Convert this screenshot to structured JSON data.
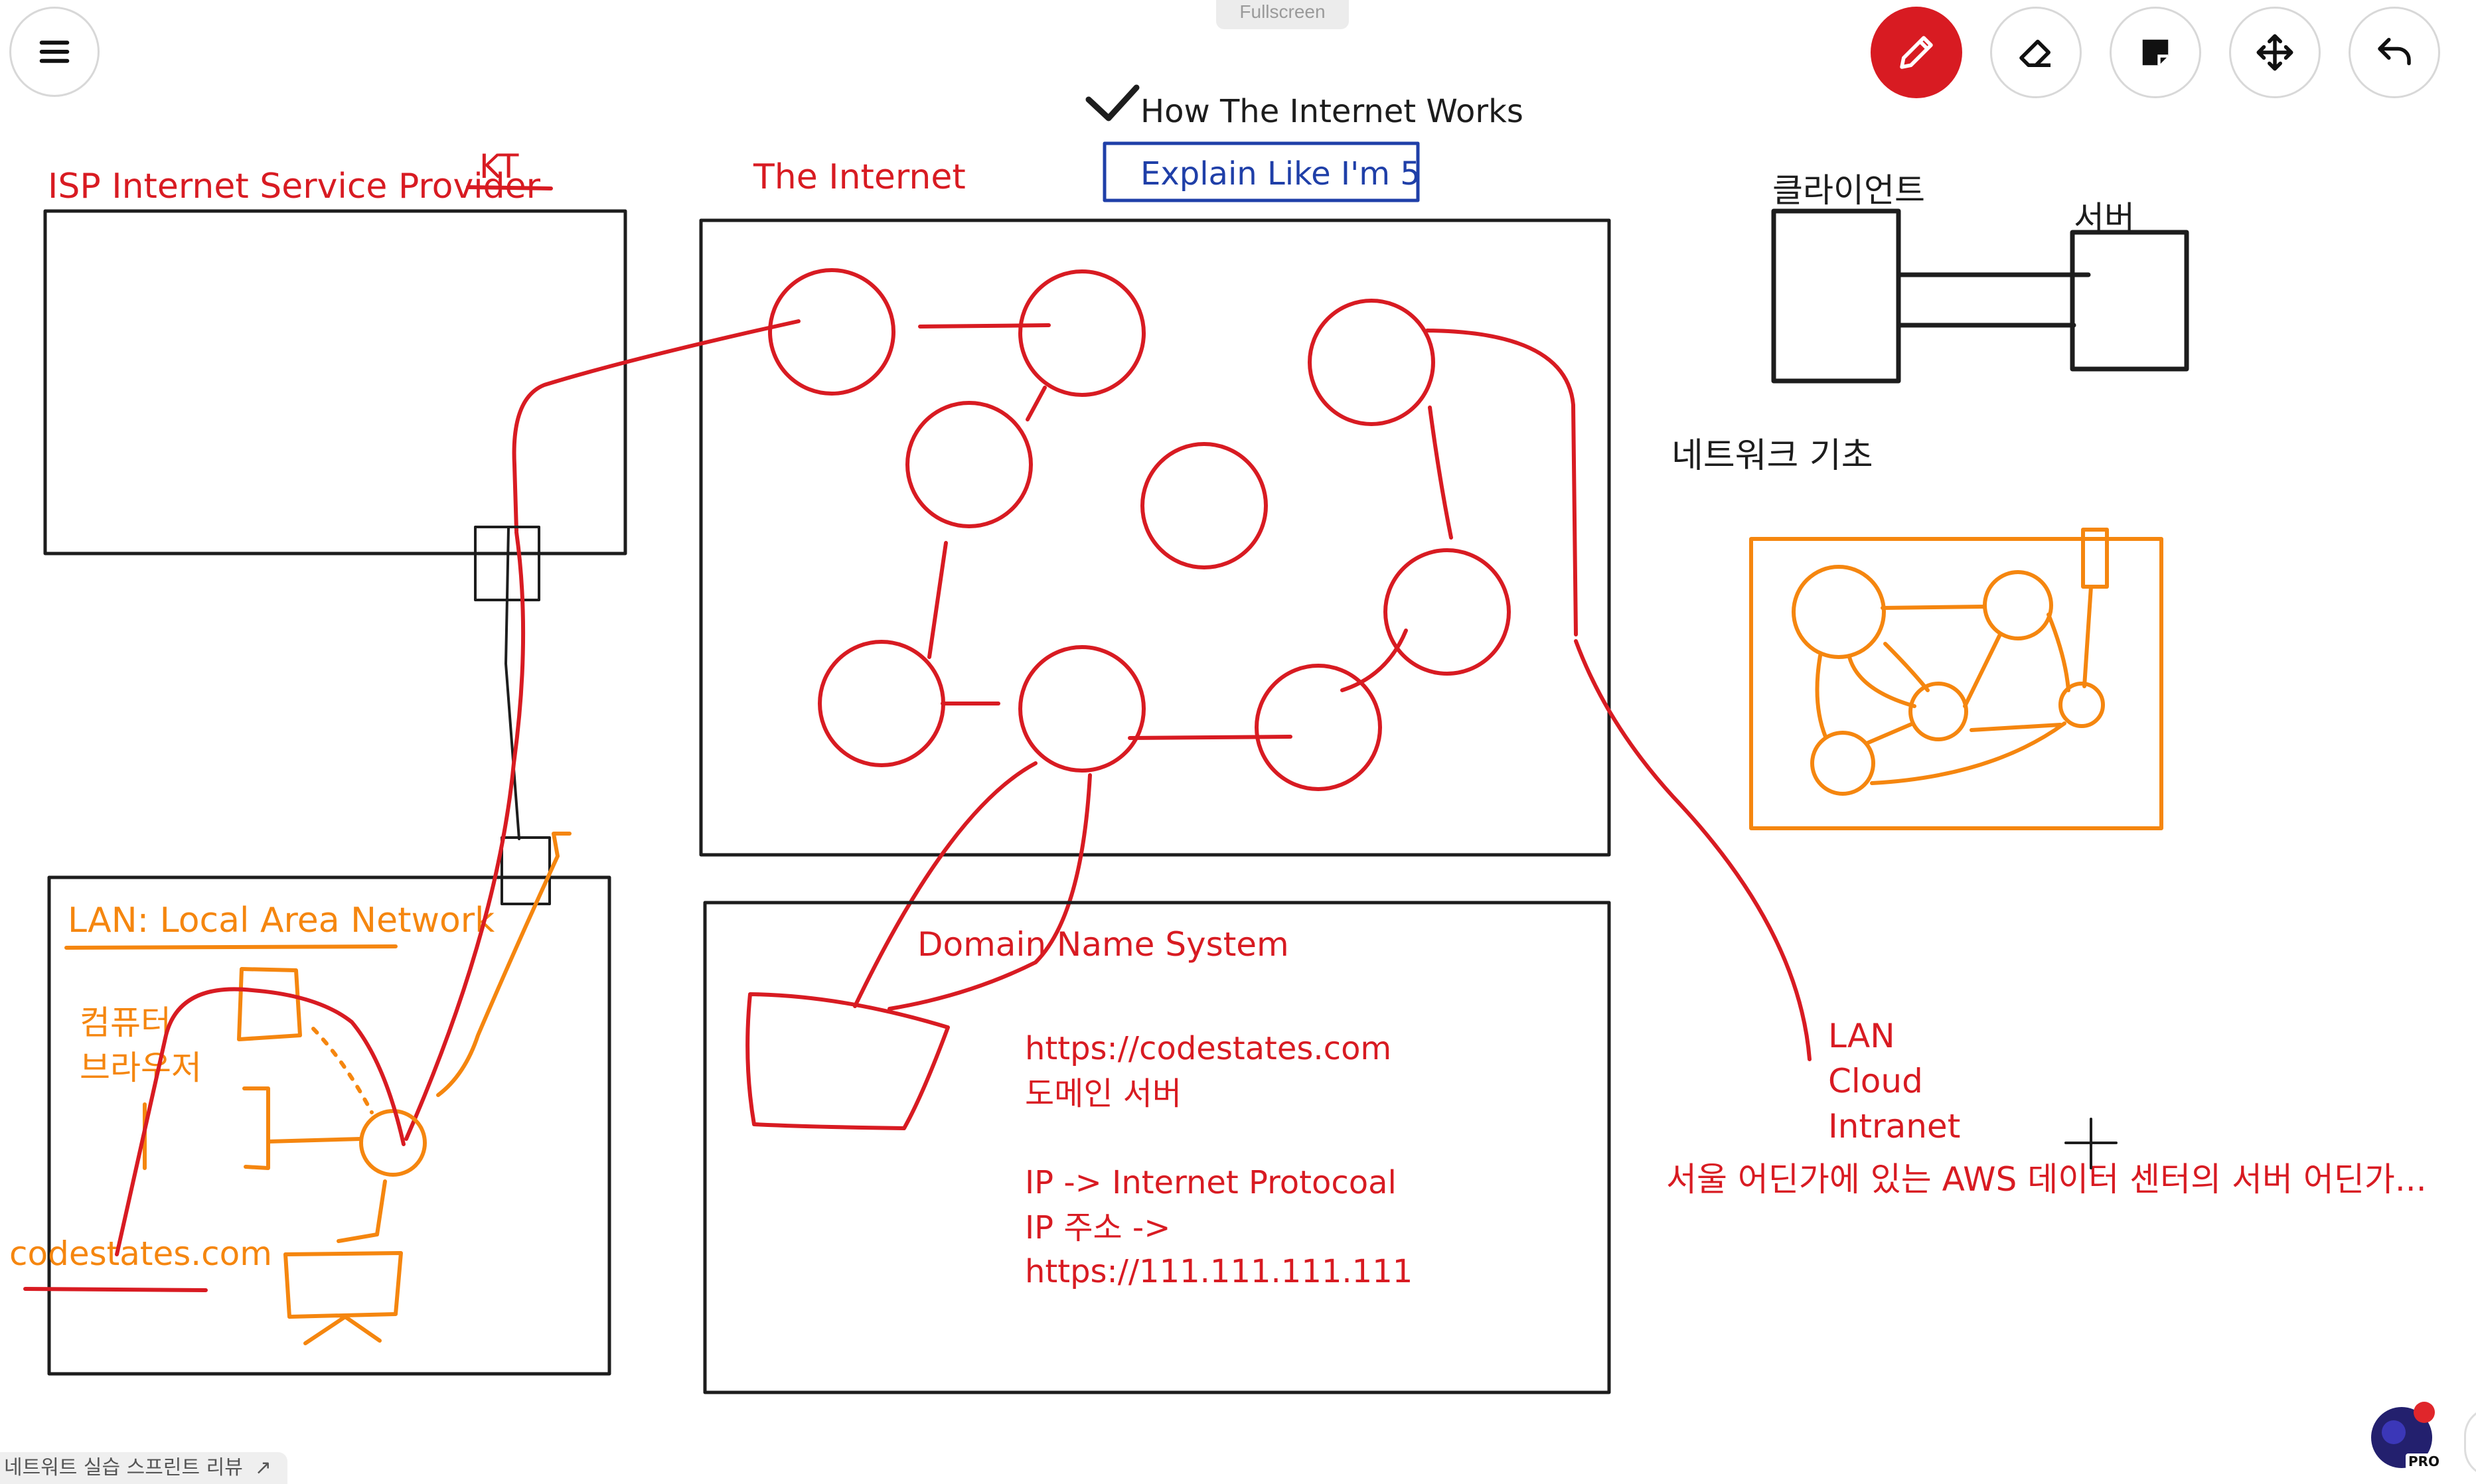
{
  "ui": {
    "fullscreen_label": "Fullscreen",
    "bottom_tab_label": "네트워트 실습 스프린트 리뷰",
    "bottom_tab_arrow": "↗",
    "pro_label": "PRO",
    "toolbar": [
      {
        "name": "pen-tool-button",
        "icon": "pencil-icon",
        "active": true
      },
      {
        "name": "eraser-tool-button",
        "icon": "eraser-icon",
        "active": false
      },
      {
        "name": "sticky-note-button",
        "icon": "note-icon",
        "active": false
      },
      {
        "name": "move-tool-button",
        "icon": "move-arrows-icon",
        "active": false
      },
      {
        "name": "undo-button",
        "icon": "undo-icon",
        "active": false
      }
    ],
    "colors": {
      "red": "#d81b22",
      "orange": "#f5860f",
      "black": "#1d1d1d",
      "blue": "#1f3fa8"
    }
  },
  "board": {
    "header": {
      "check": "✓",
      "title": "How The Internet Works",
      "boxed": "Explain Like I'm 5"
    },
    "isp": {
      "label": "ISP Internet Service Provider",
      "kt": "KT"
    },
    "internet": {
      "label": "The Internet"
    },
    "client_server": {
      "client": "클라이언트",
      "server": "서버"
    },
    "network_basics": "네트워크 기초",
    "lan": {
      "label": "LAN: Local Area Network",
      "computer": "컴퓨터",
      "browser": "브라우저",
      "site": "codestates.com"
    },
    "dns": {
      "label": "Domain Name System",
      "lines": [
        "https://codestates.com",
        "도메인 서버",
        "IP -> Internet Protocoal",
        "IP 주소 ->",
        "https://111.111.111.111"
      ]
    },
    "notes": {
      "lan": "LAN",
      "cloud": "Cloud",
      "intranet": "Intranet",
      "aws": "서울 어딘가에 있는 AWS 데이터 센터의 서버 어딘가..."
    }
  }
}
